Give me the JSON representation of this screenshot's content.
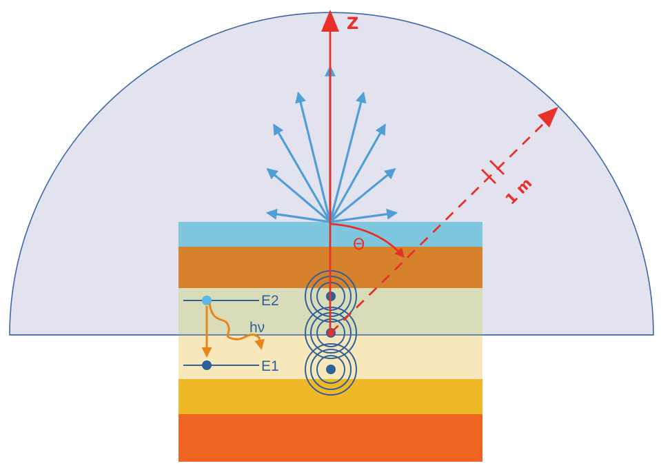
{
  "labels": {
    "axis_z": "Z",
    "angle": "Θ",
    "distance": "1 m",
    "upper_level": "E2",
    "lower_level": "E1",
    "photon": "hν"
  },
  "colors": {
    "hemisphere_fill": "#e2e3ef",
    "hemisphere_stroke": "#3c66a8",
    "red_accent": "#e8302b",
    "blue_rays": "#4f9fd6",
    "transition_orange": "#e8861c",
    "level_blue": "#2f5f99",
    "layers": [
      "#7fc6df",
      "#d6822c",
      "#d8dcb8",
      "#f6e8bb",
      "#efb826",
      "#f06423"
    ]
  },
  "layers": [
    {
      "name": "top-blue-layer"
    },
    {
      "name": "brown-layer"
    },
    {
      "name": "light-green-layer"
    },
    {
      "name": "cream-layer"
    },
    {
      "name": "yellow-layer"
    },
    {
      "name": "orange-layer"
    }
  ],
  "emitters": [
    {
      "name": "emitter-upper"
    },
    {
      "name": "emitter-middle"
    },
    {
      "name": "emitter-lower"
    }
  ]
}
